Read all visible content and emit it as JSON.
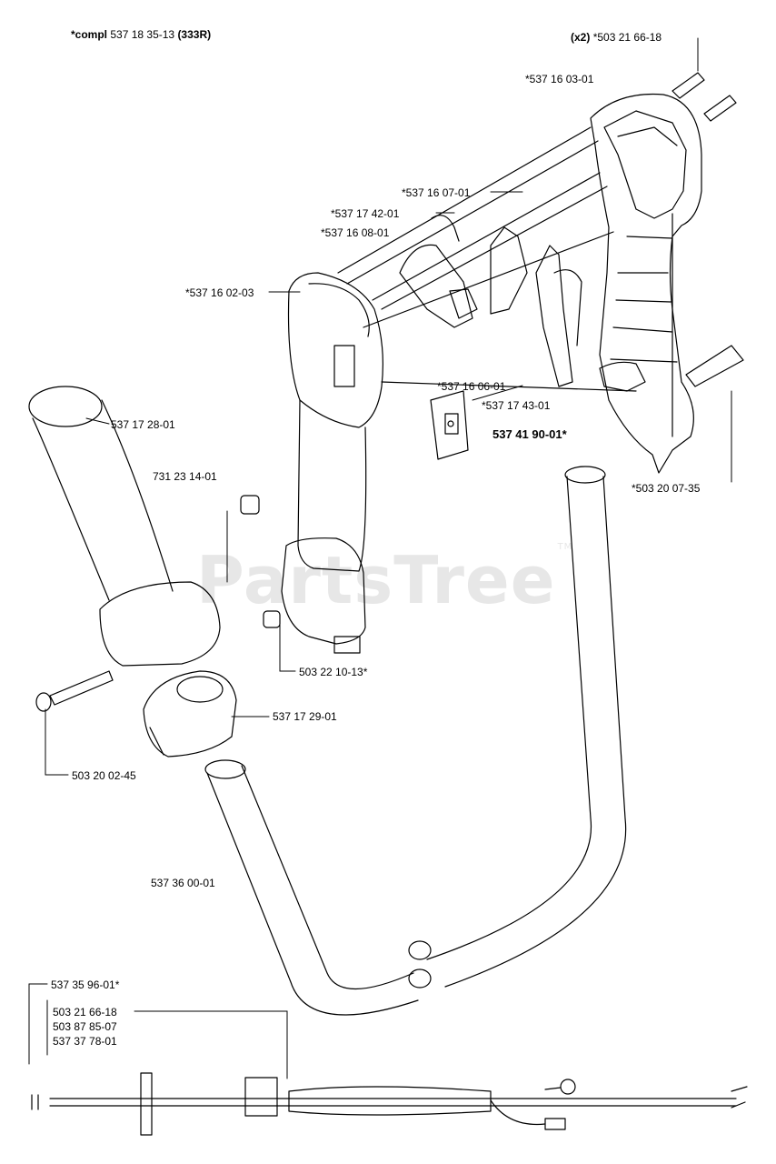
{
  "header": {
    "compl_prefix": "*compl",
    "compl_number": "537 18 35-13",
    "compl_model": "(333R)",
    "x2_prefix": "(x2)",
    "x2_number": "*503 21 66-18"
  },
  "watermark": {
    "text": "PartsTree",
    "mark": "TM"
  },
  "parts": [
    "*537 16 03-01",
    "*537 16 07-01",
    "*537 17 42-01",
    "*537 16 08-01",
    "*537 16 02-03",
    "537 17 28-01",
    "731 23 14-01",
    "*537 16 06-01",
    "*537 17 43-01",
    "537 41 90-01*",
    "*503 20 07-35",
    "503 22 10-13*",
    "537 17 29-01",
    "503 20 02-45",
    "537 36 00-01",
    "537 35 96-01*",
    "503 21 66-18",
    "503 87 85-07",
    "537 37 78-01"
  ]
}
